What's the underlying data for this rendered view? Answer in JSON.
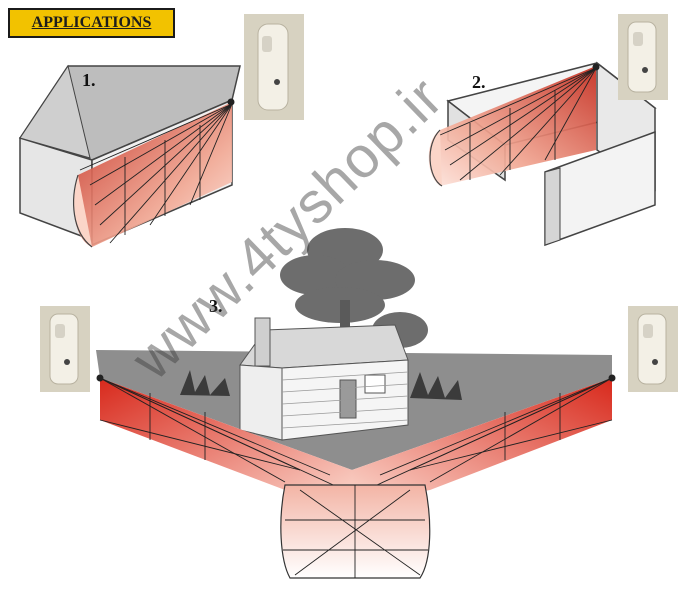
{
  "header": {
    "title": "APPLICATIONS"
  },
  "labels": {
    "one": "1.",
    "two": "2.",
    "three": "3."
  },
  "watermark": {
    "text": "www.4tyshop.ir"
  },
  "colors": {
    "accent": "#f2c200",
    "beam": "#e34a33",
    "shadow": "#8b8b8b"
  }
}
